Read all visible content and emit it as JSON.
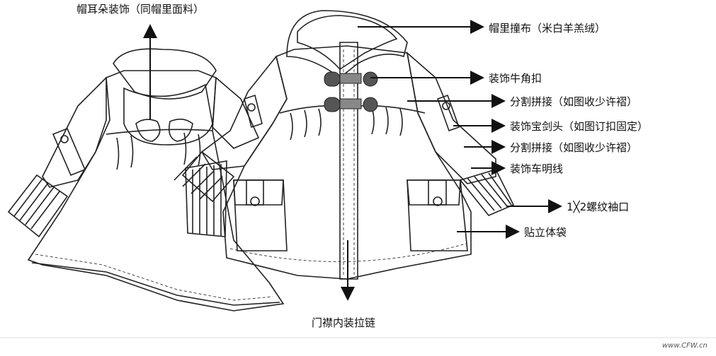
{
  "labels": {
    "hood_ear": "帽耳朵装饰（同帽里面料）",
    "hood_lining": "帽里撞布（米白羊羔绒）",
    "toggle": "装饰牛角扣",
    "panel1": "分割拼接（如图收少许褶）",
    "tab": "装饰宝剑头（如图订扣固定）",
    "panel2": "分割拼接（如图收少许褶）",
    "topstitch": "装饰车明线",
    "cuff": "1╳2螺纹袖口",
    "pocket": "贴立体袋",
    "zipper": "门襟内装拉链"
  },
  "watermark": "www.CFW.cn",
  "colors": {
    "fabric": "#a9dbe0",
    "lining": "#f2dfc0",
    "toggle": "#555555",
    "outline": "#222222",
    "background": "#ffffff"
  }
}
